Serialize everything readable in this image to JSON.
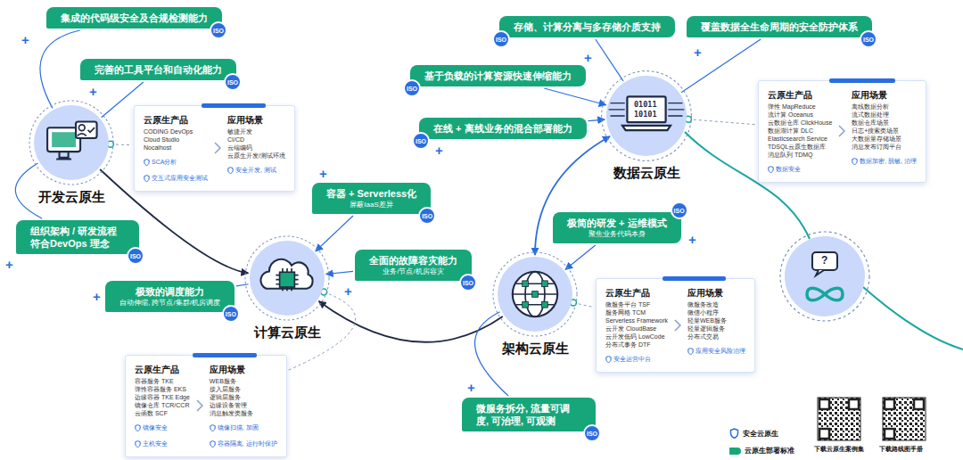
{
  "diagram": {
    "nodes": [
      {
        "text": [
          "集成的代码级安全及合规检测能力"
        ]
      },
      {
        "text": [
          "ISO"
        ]
      },
      {
        "text": [
          "完善的工具平台和自动化能力"
        ]
      },
      {
        "text": [
          "ISO"
        ]
      },
      {
        "text": [
          "开发云原生"
        ]
      },
      {
        "text": [
          "云原生产品",
          "CODING DevOps",
          "Cloud Studio",
          "Nocalhost",
          "SCA分析",
          "交互式应用安全测试",
          "应用场景",
          "敏捷开发",
          "CI/CD",
          "云端编码",
          "云原生开发/测试环境",
          "安全开发, 测试"
        ]
      },
      {
        "text": [
          "组织架构 / 研发流程 符合DevOps 理念"
        ]
      },
      {
        "text": [
          "ISO"
        ]
      },
      {
        "text": [
          "容器 + Serverless化",
          "屏蔽IaaS差异"
        ]
      },
      {
        "text": [
          "ISO"
        ]
      },
      {
        "text": [
          "全面的故障容灾能力",
          "业务/节点/机房容灾"
        ]
      },
      {
        "text": [
          "ISO"
        ]
      },
      {
        "text": [
          "极致的调度能力",
          "自动伸缩, 跨节点/集群/机房调度"
        ]
      },
      {
        "text": [
          "ISO"
        ]
      },
      {
        "text": [
          "计算云原生"
        ]
      },
      {
        "text": [
          "云原生产品",
          "容器服务 TKE",
          "弹性容器服务 EKS",
          "边缘容器 TKE Edge",
          "镜像仓库 TCR/CCR",
          "云函数 SCF",
          "镜像安全",
          "主机安全",
          "应用场景",
          "WEB服务",
          "接入层服务",
          "逻辑层服务",
          "边缘设备管理",
          "消息触发类服务",
          "镜像扫描, 加固",
          "容器隔离, 运行时保护"
        ]
      },
      {
        "text": [
          "存储、计算分离与多存储介质支持"
        ]
      },
      {
        "text": [
          "ISO"
        ]
      },
      {
        "text": [
          "覆盖数据全生命周期的安全防护体系"
        ]
      },
      {
        "text": [
          "ISO"
        ]
      },
      {
        "text": [
          "基于负载的计算资源快速伸缩能力"
        ]
      },
      {
        "text": [
          "ISO"
        ]
      },
      {
        "text": [
          "在线 + 离线业务的混合部署能力"
        ]
      },
      {
        "text": [
          "ISO"
        ]
      },
      {
        "text": [
          "数据云原生"
        ]
      },
      {
        "text": [
          "云原生产品",
          "弹性 MapReduce",
          "流计算 Oceanus",
          "云数据仓库 ClickHouse",
          "数据湖计算 DLC",
          "Elasticsearch Service",
          "TDSQL云原生数据库",
          "消息队列 TDMQ",
          "数据安全",
          "应用场景",
          "离线数据分析",
          "流式数据处理",
          "数据仓库场景",
          "日志+搜索类场景",
          "大数据量存储场景",
          "消息发布订阅平台",
          "数据加密, 脱敏, 治理"
        ]
      },
      {
        "text": [
          "极简的研发 + 运维模式",
          "聚焦业务代码本身"
        ]
      },
      {
        "text": [
          "ISO"
        ]
      },
      {
        "text": [
          "架构云原生"
        ]
      },
      {
        "text": [
          "云原生产品",
          "微服务平台 TSF",
          "服务网格 TCM",
          "Serverless Framework",
          "云开发 CloudBase",
          "云开发低码 LowCode",
          "分布式事务 DTF",
          "安全运营中台",
          "应用场景",
          "微服务改造",
          "微信小程序",
          "轻量WEB服务",
          "轻量逻辑服务",
          "分布式交易",
          "应用安全风险治理"
        ]
      },
      {
        "text": [
          "微服务拆分, 流量可调度, 可治理, 可观测"
        ]
      },
      {
        "text": [
          "ISO"
        ]
      }
    ],
    "edges": [
      {
        "from": 4,
        "to": 14,
        "arrow": "to"
      },
      {
        "from": 28,
        "to": 14,
        "arrow": "to"
      },
      {
        "from": 28,
        "to": 24,
        "arrow": "both"
      },
      {
        "from": 4,
        "to": 5,
        "arrow": "none"
      },
      {
        "from": 14,
        "to": 15,
        "arrow": "none"
      },
      {
        "from": 28,
        "to": 29,
        "arrow": "none"
      },
      {
        "from": 24,
        "to": 25,
        "arrow": "none"
      },
      {
        "from": 8,
        "to": 14,
        "arrow": "to"
      },
      {
        "from": 10,
        "to": 14,
        "arrow": "to"
      },
      {
        "from": 12,
        "to": 14,
        "arrow": "none"
      },
      {
        "from": 0,
        "to": 4,
        "arrow": "none"
      },
      {
        "from": 2,
        "to": 4,
        "arrow": "none"
      },
      {
        "from": 6,
        "to": 4,
        "arrow": "none"
      },
      {
        "from": 20,
        "to": 24,
        "arrow": "to"
      },
      {
        "from": 22,
        "to": 24,
        "arrow": "to"
      },
      {
        "from": 16,
        "to": 24,
        "arrow": "none"
      },
      {
        "from": 18,
        "to": 24,
        "arrow": "none"
      },
      {
        "from": 26,
        "to": 28,
        "arrow": "to"
      },
      {
        "from": 30,
        "to": 28,
        "arrow": "none"
      }
    ],
    "labels": [
      "+",
      "+",
      "+",
      "+",
      "+",
      "+",
      "+",
      "+",
      "+",
      "+",
      "+",
      "01011",
      "10101",
      "?",
      "下载云原生案例集",
      "下载路线图手册"
    ],
    "legend": [
      {
        "text": "安全云原生"
      },
      {
        "text": "云原生部署标准",
        "color": "#17a67a"
      }
    ]
  }
}
